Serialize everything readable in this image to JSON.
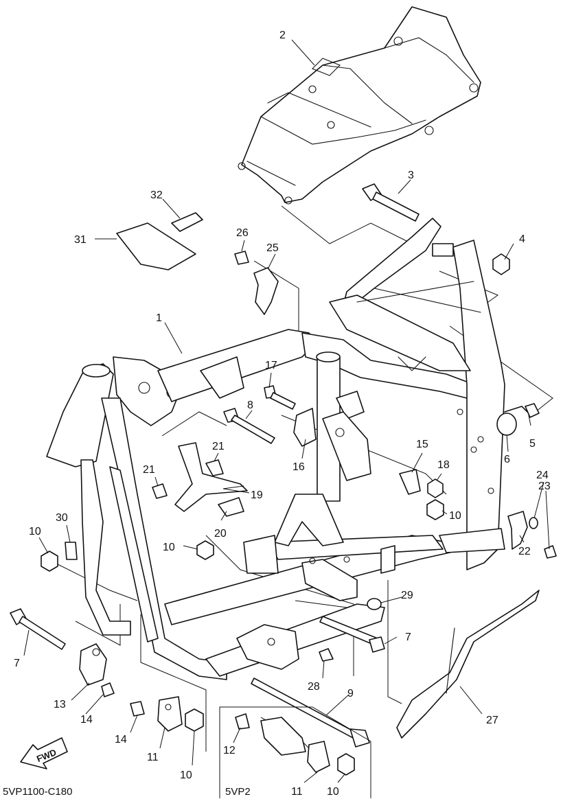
{
  "diagram": {
    "drawing_code": "5VP1100-C180",
    "variant_label": "5VP2",
    "fwd_label": "FWD",
    "callouts": [
      {
        "id": "c1",
        "text": "1"
      },
      {
        "id": "c2",
        "text": "2"
      },
      {
        "id": "c3",
        "text": "3"
      },
      {
        "id": "c4",
        "text": "4"
      },
      {
        "id": "c5",
        "text": "5"
      },
      {
        "id": "c6",
        "text": "6"
      },
      {
        "id": "c7a",
        "text": "7"
      },
      {
        "id": "c7b",
        "text": "7"
      },
      {
        "id": "c8",
        "text": "8"
      },
      {
        "id": "c9",
        "text": "9"
      },
      {
        "id": "c10a",
        "text": "10"
      },
      {
        "id": "c10b",
        "text": "10"
      },
      {
        "id": "c10c",
        "text": "10"
      },
      {
        "id": "c10d",
        "text": "10"
      },
      {
        "id": "c10e",
        "text": "10"
      },
      {
        "id": "c11a",
        "text": "11"
      },
      {
        "id": "c11b",
        "text": "11"
      },
      {
        "id": "c12",
        "text": "12"
      },
      {
        "id": "c13",
        "text": "13"
      },
      {
        "id": "c14a",
        "text": "14"
      },
      {
        "id": "c14b",
        "text": "14"
      },
      {
        "id": "c15",
        "text": "15"
      },
      {
        "id": "c16",
        "text": "16"
      },
      {
        "id": "c17",
        "text": "17"
      },
      {
        "id": "c18",
        "text": "18"
      },
      {
        "id": "c19",
        "text": "19"
      },
      {
        "id": "c20",
        "text": "20"
      },
      {
        "id": "c21a",
        "text": "21"
      },
      {
        "id": "c21b",
        "text": "21"
      },
      {
        "id": "c22",
        "text": "22"
      },
      {
        "id": "c23",
        "text": "23"
      },
      {
        "id": "c24",
        "text": "24"
      },
      {
        "id": "c25",
        "text": "25"
      },
      {
        "id": "c26",
        "text": "26"
      },
      {
        "id": "c27",
        "text": "27"
      },
      {
        "id": "c28",
        "text": "28"
      },
      {
        "id": "c29",
        "text": "29"
      },
      {
        "id": "c30",
        "text": "30"
      },
      {
        "id": "c31",
        "text": "31"
      },
      {
        "id": "c32",
        "text": "32"
      }
    ]
  }
}
